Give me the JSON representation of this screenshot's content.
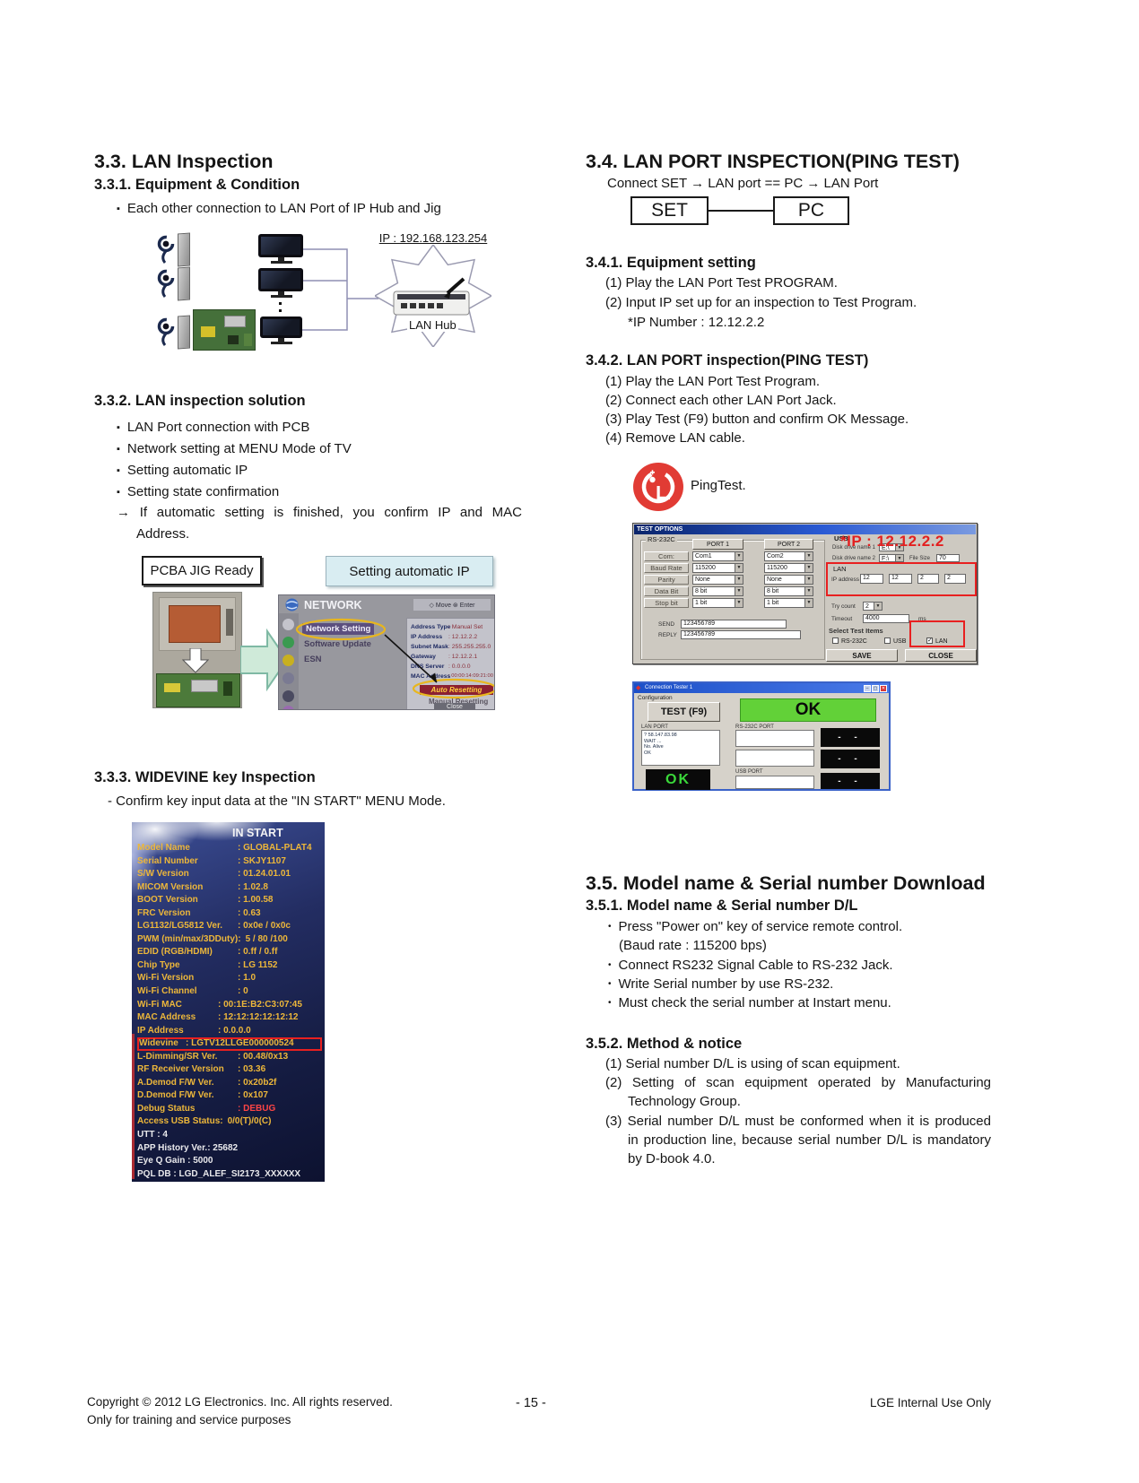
{
  "footer": {
    "copyright1": "Copyright  © 2012  LG Electronics. Inc. All rights reserved.",
    "copyright2": "Only for training and service purposes",
    "page_number": "- 15 -",
    "internal": "LGE Internal Use Only"
  },
  "left": {
    "s33_title": "3.3. LAN Inspection",
    "s331_title": "3.3.1. Equipment & Condition",
    "s331_b1": "Each other connection to LAN Port of IP Hub and Jig",
    "diagram": {
      "hub_ip": "IP : 192.168.123.254",
      "hub_label": "LAN Hub"
    },
    "s332_title": "3.3.2. LAN inspection solution",
    "s332_b1": "LAN Port connection with PCB",
    "s332_b2": "Network setting at MENU Mode of TV",
    "s332_b3": "Setting automatic IP",
    "s332_b4": "Setting state confirmation",
    "s332_note1": "→ If automatic setting is finished, you confirm IP and MAC",
    "s332_note2": "Address.",
    "pcba_label": "PCBA JIG Ready",
    "autoip_label": "Setting automatic IP",
    "netmenu": {
      "title": "NETWORK",
      "hint": "◇ Move  ⊛ Enter",
      "item1": "Network Setting",
      "item2": "Software Update",
      "item3": "ESN",
      "f1l": "Address Type",
      "f1v": ": Manual Set",
      "f2l": "IP Address",
      "f2v": ": 12.12.2.2",
      "f3l": "Subnet Mask",
      "f3v": ": 255.255.255.0",
      "f4l": "Gateway",
      "f4v": ": 12.12.2.1",
      "f5l": "DNS Server",
      "f5v": ": 0.0.0.0",
      "f6l": "MAC Address",
      "f6v": ": 00:00:14:09:21:00",
      "auto": "Auto Resetting",
      "manual": "Manual Resetting",
      "close": "Close"
    },
    "s333_title": "3.3.3. WIDEVINE key Inspection",
    "s333_note": "- Confirm key input data at the \"IN START\" MENU Mode.",
    "instart": {
      "header": "IN START",
      "rows": [
        {
          "l": "Model Name",
          "v": ": GLOBAL-PLAT4"
        },
        {
          "l": "Serial Number",
          "v": ": SKJY1107"
        },
        {
          "l": "S/W Version",
          "v": ": 01.24.01.01"
        },
        {
          "l": "MICOM Version",
          "v": ": 1.02.8"
        },
        {
          "l": "BOOT Version",
          "v": ": 1.00.58"
        },
        {
          "l": "FRC Version",
          "v": ": 0.63"
        },
        {
          "l": "LG1132/LG5812 Ver.",
          "v": ": 0x0e / 0x0c"
        },
        {
          "l": "PWM (min/max/3DDuty):",
          "v": "5 / 80 /100"
        },
        {
          "l": "EDID (RGB/HDMI)",
          "v": ": 0.ff / 0.ff"
        },
        {
          "l": "Chip Type",
          "v": ": LG 1152"
        },
        {
          "l": "Wi-Fi Version",
          "v": ": 1.0"
        },
        {
          "l": "Wi-Fi Channel",
          "v": ": 0"
        },
        {
          "l": "Wi-Fi MAC",
          "v": ": 00:1E:B2:C3:07:45"
        },
        {
          "l": "MAC Address",
          "v": ": 12:12:12:12:12:12"
        },
        {
          "l": "IP Address",
          "v": ": 0.0.0.0"
        },
        {
          "l": "Widevine",
          "v": ": LGTV12LLGE000000524"
        },
        {
          "l": "L-Dimming/SR Ver.",
          "v": ": 00.48/0x13"
        },
        {
          "l": "RF Receiver Version",
          "v": ": 03.36"
        },
        {
          "l": "A.Demod F/W Ver.",
          "v": ": 0x20b2f"
        },
        {
          "l": "D.Demod F/W Ver.",
          "v": ": 0x107"
        },
        {
          "l": "Debug Status",
          "v": ": DEBUG"
        },
        {
          "l": "Access USB Status:",
          "v": "0/0(T)/0(C)"
        }
      ],
      "utt": "UTT : 4",
      "app": "APP History Ver.: 25682",
      "eye": "Eye Q Gain : 5000",
      "pql": "PQL DB : LGD_ALEF_SI2173_XXXXXX"
    }
  },
  "right": {
    "s34_title": "3.4. LAN PORT INSPECTION(PING TEST)",
    "s34_connect": "Connect SET → LAN port == PC → LAN Port",
    "set_label": "SET",
    "pc_label": "PC",
    "s341_title": "3.4.1. Equipment setting",
    "s341_i1": "(1) Play the LAN Port Test PROGRAM.",
    "s341_i2": "(2) Input IP set up for an inspection to Test Program.",
    "s341_i2b": "*IP Number : 12.12.2.2",
    "s342_title": "3.4.2. LAN PORT inspection(PING TEST)",
    "s342_i1": "(1) Play the LAN Port Test Program.",
    "s342_i2": "(2) Connect each other LAN Port Jack.",
    "s342_i3": "(3) Play Test (F9) button and confirm OK Message.",
    "s342_i4": "(4) Remove LAN cable.",
    "pingtest": "PingTest.",
    "dlg": {
      "title": "TEST OPTIONS",
      "grp": "RS-232C",
      "port1": "PORT 1",
      "port2": "PORT 2",
      "r1l": "Com:",
      "r1a": "Com1",
      "r1b": "Com2",
      "r2l": "Baud Rate",
      "r2a": "115200",
      "r2b": "115200",
      "r3l": "Parity",
      "r3a": "None",
      "r3b": "None",
      "r4l": "Data Bit",
      "r4a": "8 bit",
      "r4b": "8 bit",
      "r5l": "Stop bit",
      "r5a": "1 bit",
      "r5b": "1 bit",
      "send_l": "SEND",
      "send_v": "123456789",
      "reply_l": "REPLY",
      "reply_v": "123456789",
      "usb": "USB",
      "usb1": "Disk drive name 1",
      "usb1v": "E:\\",
      "usb2": "Disk drive name 2",
      "usb2v": "F:\\",
      "fsl": "File Size",
      "fsv": "70",
      "ip_note": "*IP : 12.12.2.2",
      "lan": "LAN",
      "ipl": "IP address",
      "ip1": "12",
      "ip2": "12",
      "ip3": "2",
      "ip4": "2",
      "tryl": "Try count",
      "tryv": "2",
      "tol": "Timeout",
      "tov": "4000",
      "ms": "ms",
      "sel": "Select Test Items",
      "cb1": "RS-232C",
      "cb2": "USB",
      "cb3": "LAN",
      "save": "SAVE",
      "close": "CLOSE"
    },
    "tester": {
      "title": "Connection Tester 1",
      "menu": "Configuration",
      "test_btn": "TEST (F9)",
      "ok_banner": "OK",
      "lan_grp": "LAN PORT",
      "log": "? 58.147.83.98\nWAIT ...\nNo. Alive\nOK",
      "ok_black": "OK",
      "rs_grp": "RS-232C PORT",
      "usb_grp": "USB PORT",
      "dash": "- -"
    },
    "s35_title": "3.5. Model name & Serial number Download",
    "s351_title": "3.5.1. Model name & Serial number D/L",
    "s351_b1": "Press \"Power on\" key of service remote control.",
    "s351_b1b": "(Baud rate : 115200 bps)",
    "s351_b2": "Connect RS232 Signal Cable to RS-232 Jack.",
    "s351_b3": "Write Serial number by use RS-232.",
    "s351_b4": "Must check the serial number at Instart menu.",
    "s352_title": "3.5.2. Method & notice",
    "s352_i1": "(1) Serial number D/L is using of scan equipment.",
    "s352_i2a": "(2) Setting of scan equipment operated by Manufacturing",
    "s352_i2b": "Technology Group.",
    "s352_i3a": "(3) Serial number D/L must be conformed when it is produced",
    "s352_i3b": "in production line, because serial number D/L is mandatory",
    "s352_i3c": "by D-book 4.0."
  }
}
